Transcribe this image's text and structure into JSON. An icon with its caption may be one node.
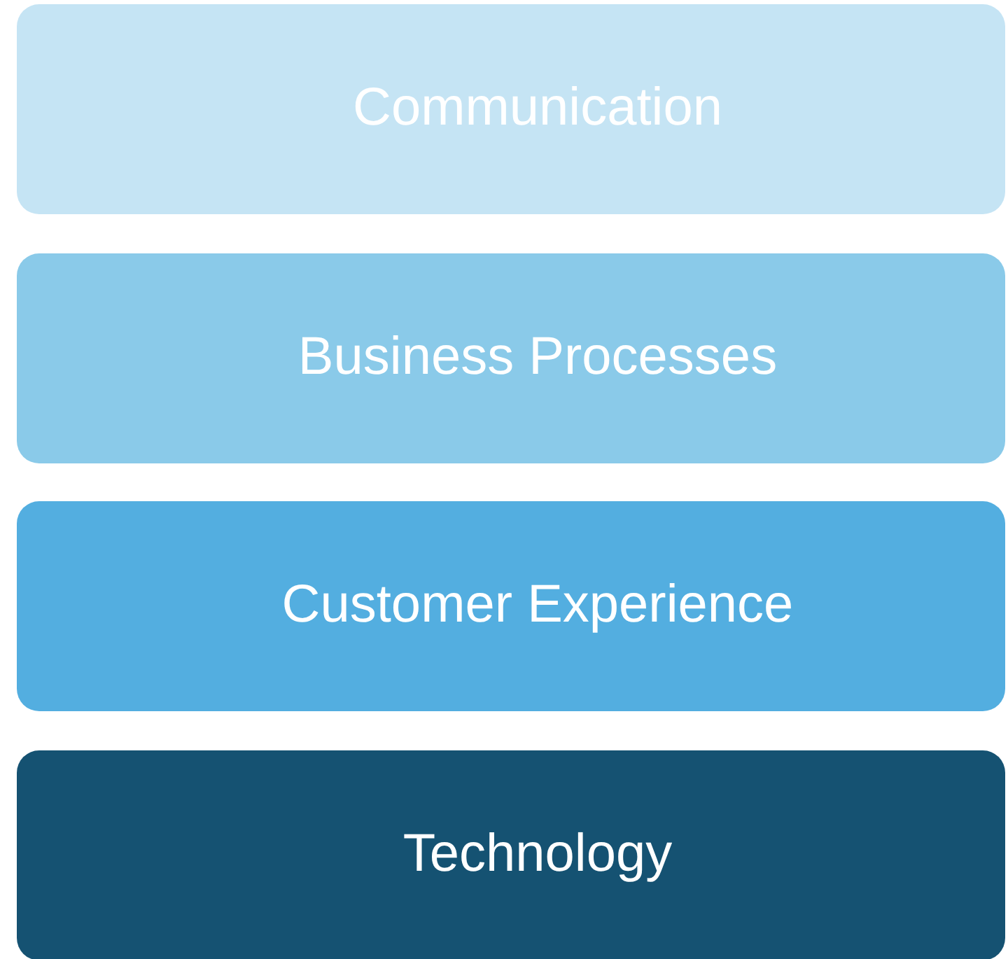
{
  "diagram": {
    "nodes": [
      {
        "text": [
          "Communication"
        ]
      },
      {
        "text": [
          "Business Processes"
        ]
      },
      {
        "text": [
          "Customer Experience"
        ]
      },
      {
        "text": [
          "Technology"
        ]
      }
    ]
  }
}
